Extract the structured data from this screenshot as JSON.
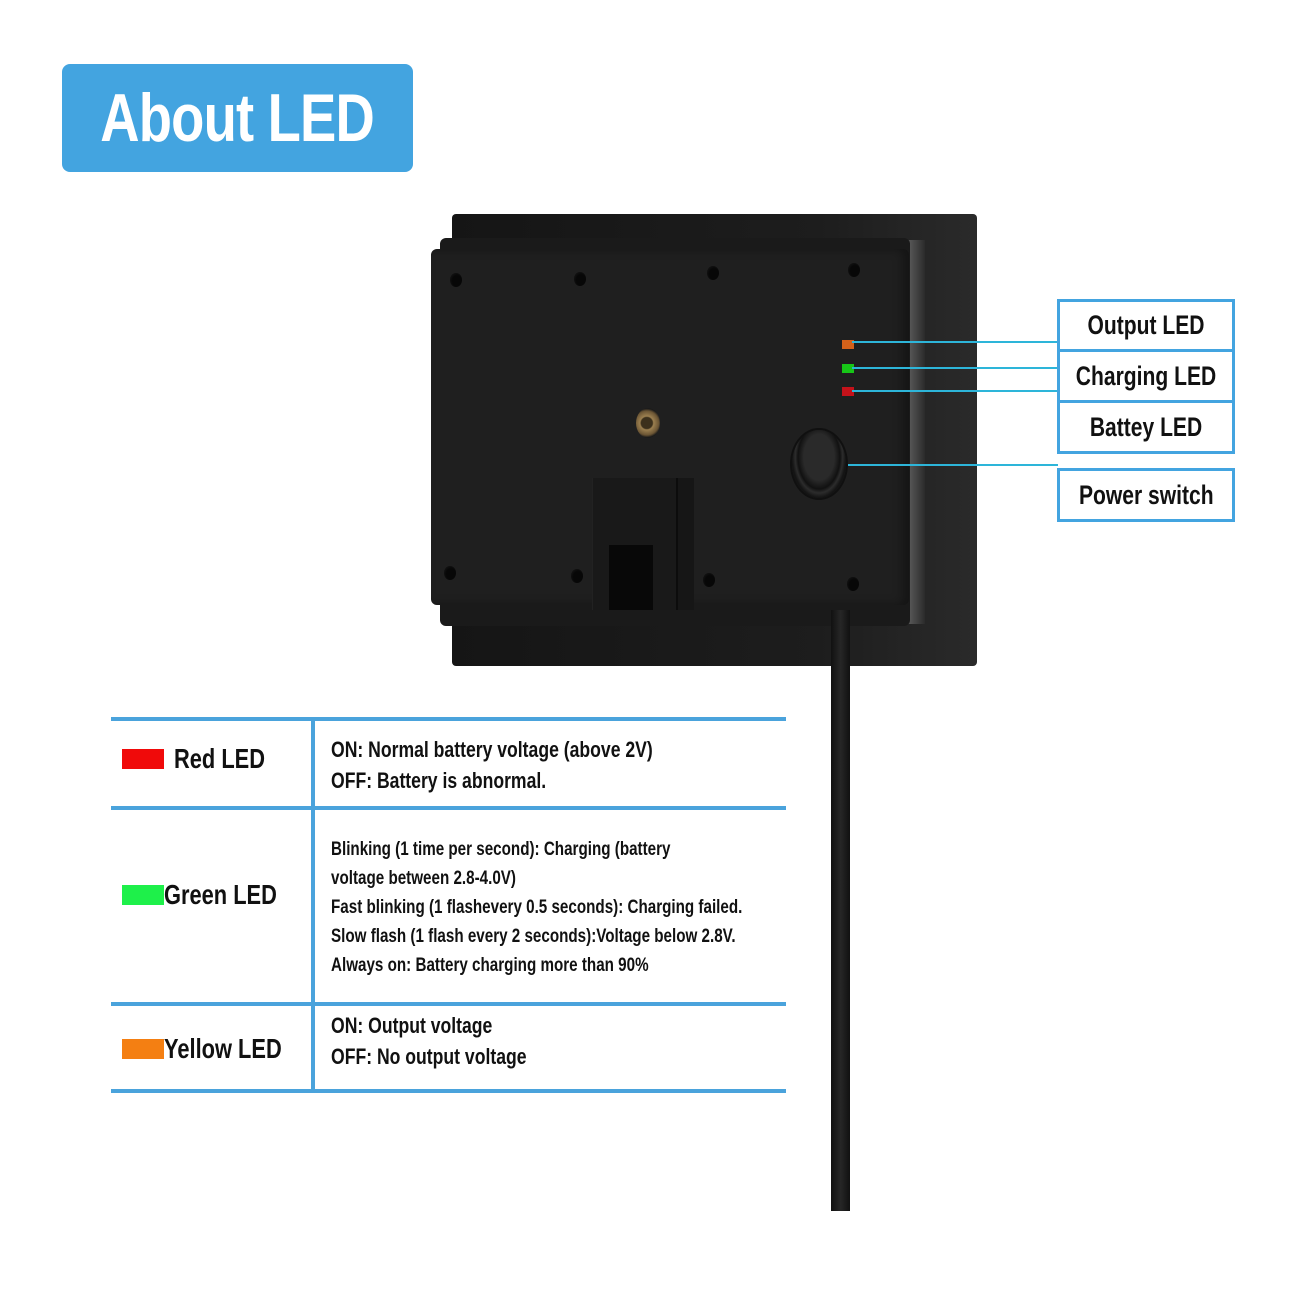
{
  "title": "About LED",
  "colors": {
    "accent_blue": "#43a4e0",
    "callout_line": "#2db5d9",
    "led_orange": "#d4611a",
    "led_green": "#17c617",
    "led_red": "#c4121a",
    "swatch_red": "#f00a0a",
    "swatch_green": "#1ef04a",
    "swatch_orange": "#f47f12"
  },
  "device": {
    "leds": [
      {
        "name": "output",
        "color": "#d4611a"
      },
      {
        "name": "charging",
        "color": "#17c617"
      },
      {
        "name": "battery",
        "color": "#c4121a"
      }
    ],
    "callouts": [
      {
        "label": "Output LED"
      },
      {
        "label": "Charging LED"
      },
      {
        "label": "Battey LED"
      },
      {
        "label": "Power switch"
      }
    ]
  },
  "table": {
    "rows": [
      {
        "led": "Red LED",
        "swatch": "#f00a0a",
        "lines": [
          "ON: Normal battery voltage (above 2V)",
          "OFF: Battery is abnormal."
        ]
      },
      {
        "led": "Green LED",
        "swatch": "#1ef04a",
        "lines": [
          "Blinking (1 time per second): Charging (battery",
          "voltage between 2.8-4.0V)",
          "Fast blinking (1 flashevery 0.5 seconds): Charging failed.",
          "Slow flash (1 flash every 2 seconds):Voltage below 2.8V.",
          "Always on: Battery charging more than 90%"
        ]
      },
      {
        "led": "Yellow LED",
        "swatch": "#f47f12",
        "lines": [
          "ON: Output voltage",
          "OFF: No output voltage"
        ]
      }
    ]
  }
}
